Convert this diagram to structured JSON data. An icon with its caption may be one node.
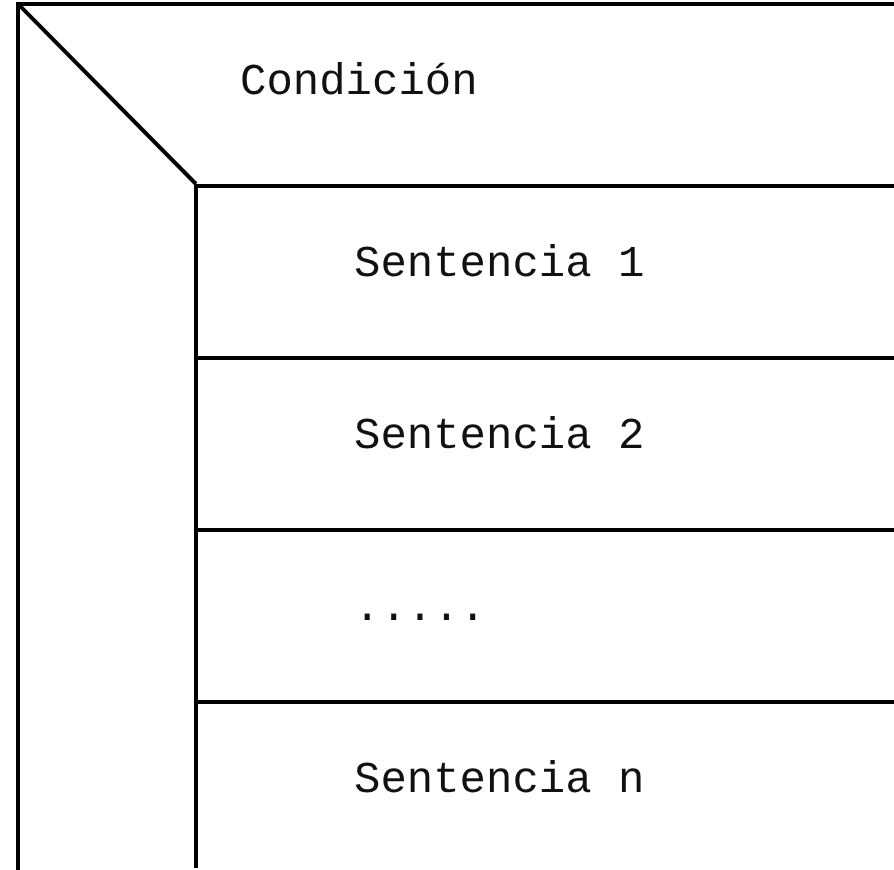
{
  "diagram": {
    "nodes": [
      {
        "text": [
          "Condición"
        ]
      },
      {
        "text": [
          "Sentencia 1"
        ],
        "in": 0
      },
      {
        "text": [
          "Sentencia 2"
        ],
        "in": 0
      },
      {
        "text": [
          "....."
        ],
        "in": 0
      },
      {
        "text": [
          "Sentencia n"
        ],
        "in": 0
      }
    ]
  }
}
